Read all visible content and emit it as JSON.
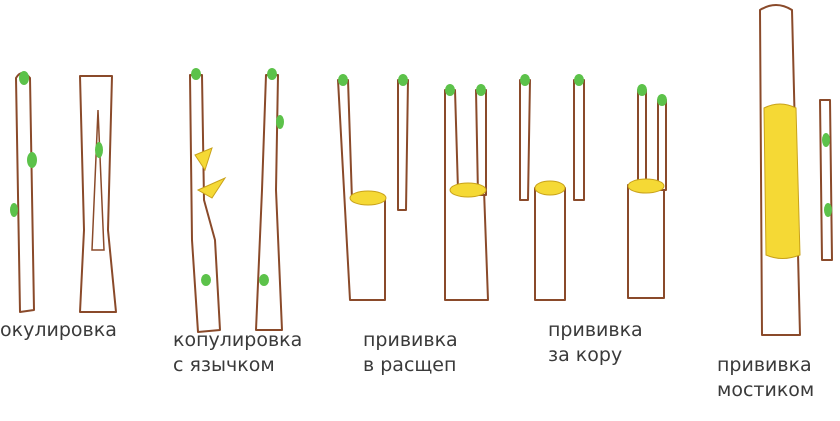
{
  "labels": {
    "budding": "окулировка",
    "tongue_line1": "копулировка",
    "tongue_line2": "с язычком",
    "cleft_line1": "прививка",
    "cleft_line2": "в расщеп",
    "bark_line1": "прививка",
    "bark_line2": "за кору",
    "bridge_line1": "прививка",
    "bridge_line2": "мостиком"
  },
  "colors": {
    "outline": "#8a4a2a",
    "bud": "#5cc24a",
    "cambium": "#f5d935",
    "text": "#3a3a3a"
  }
}
